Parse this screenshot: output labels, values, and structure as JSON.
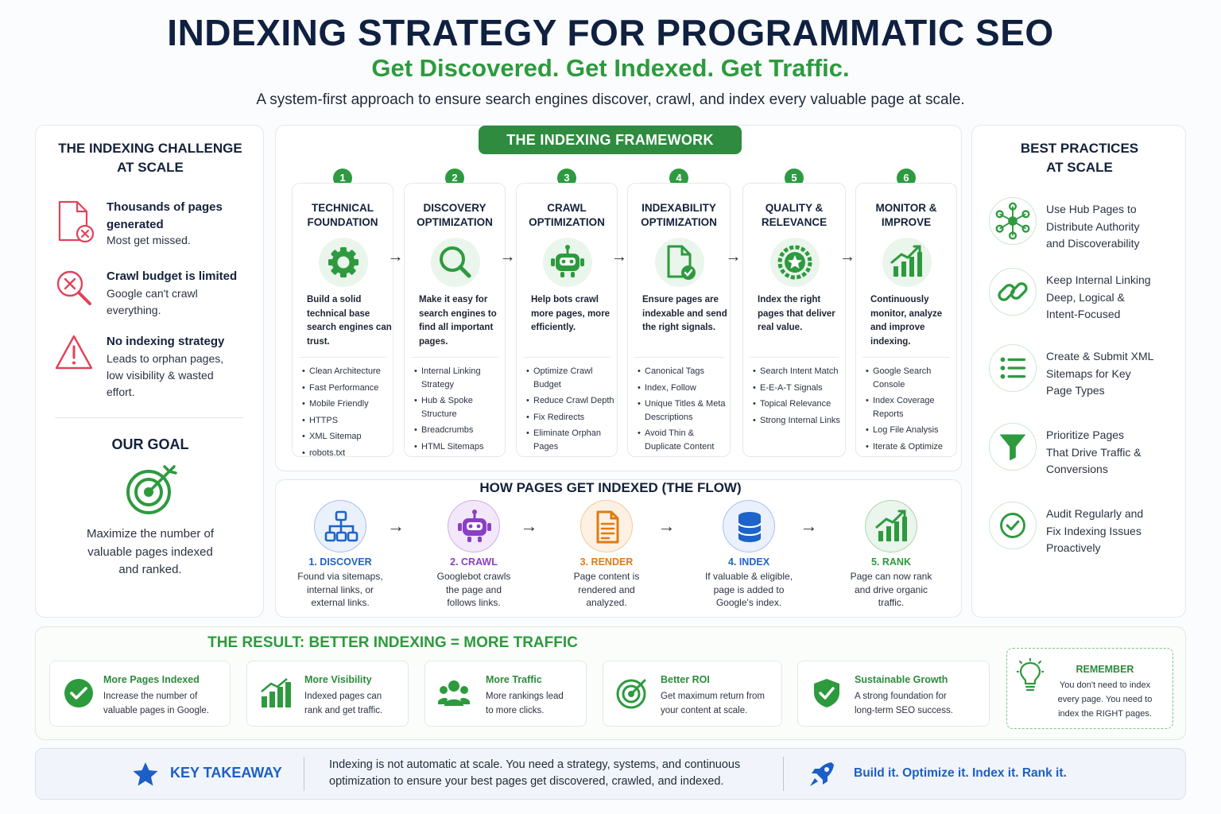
{
  "header": {
    "title": "INDEXING STRATEGY FOR PROGRAMMATIC SEO",
    "subtitle": "Get Discovered. Get Indexed. Get Traffic.",
    "tagline": "A system-first approach to ensure search engines discover, crawl, and index every valuable page at scale."
  },
  "challenge": {
    "heading_line1": "THE INDEXING CHALLENGE",
    "heading_line2": "AT SCALE",
    "items": [
      {
        "title_line1": "Thousands of pages",
        "title_line2": "generated",
        "desc_line1": "Most get missed.",
        "desc_line2": "",
        "desc_line3": "",
        "icon": "file-error-icon"
      },
      {
        "title_line1": "Crawl budget is limited",
        "title_line2": "",
        "desc_line1": "Google can't crawl",
        "desc_line2": "everything.",
        "desc_line3": "",
        "icon": "search-x-icon"
      },
      {
        "title_line1": "No indexing strategy",
        "title_line2": "",
        "desc_line1": "Leads to orphan pages,",
        "desc_line2": "low visibility & wasted",
        "desc_line3": "effort.",
        "icon": "warning-icon"
      }
    ],
    "goal_heading": "OUR GOAL",
    "goal_line1": "Maximize the number of",
    "goal_line2": "valuable pages indexed",
    "goal_line3": "and ranked."
  },
  "framework": {
    "badge": "THE INDEXING FRAMEWORK",
    "steps": [
      {
        "num": "1",
        "head1": "TECHNICAL",
        "head2": "FOUNDATION",
        "icon": "gear-icon",
        "desc": "Build a solid technical base search engines can trust.",
        "items": [
          "Clean Architecture",
          "Fast Performance",
          "Mobile Friendly",
          "HTTPS",
          "XML Sitemap",
          "robots.txt"
        ]
      },
      {
        "num": "2",
        "head1": "DISCOVERY",
        "head2": "OPTIMIZATION",
        "icon": "magnifier-icon",
        "desc": "Make it easy for search engines to find all important pages.",
        "items": [
          "Internal Linking Strategy",
          "Hub & Spoke Structure",
          "Breadcrumbs",
          "HTML Sitemaps"
        ]
      },
      {
        "num": "3",
        "head1": "CRAWL",
        "head2": "OPTIMIZATION",
        "icon": "robot-icon",
        "desc": "Help bots crawl more pages, more efficiently.",
        "items": [
          "Optimize Crawl Budget",
          "Reduce Crawl Depth",
          "Fix Redirects",
          "Eliminate Orphan Pages"
        ]
      },
      {
        "num": "4",
        "head1": "INDEXABILITY",
        "head2": "OPTIMIZATION",
        "icon": "file-check-icon",
        "desc": "Ensure pages are indexable and send the right signals.",
        "items": [
          "Canonical Tags",
          "Index, Follow",
          "Unique Titles & Meta Descriptions",
          "Avoid Thin & Duplicate Content"
        ]
      },
      {
        "num": "5",
        "head1": "QUALITY &",
        "head2": "RELEVANCE",
        "icon": "star-badge-icon",
        "desc": "Index the right pages that deliver real value.",
        "items": [
          "Search Intent Match",
          "E-E-A-T Signals",
          "Topical Relevance",
          "Strong Internal Links"
        ]
      },
      {
        "num": "6",
        "head1": "MONITOR &",
        "head2": "IMPROVE",
        "icon": "growth-chart-icon",
        "desc": "Continuously monitor, analyze and improve indexing.",
        "items": [
          "Google Search Console",
          "Index Coverage Reports",
          "Log File Analysis",
          "Iterate & Optimize"
        ]
      }
    ]
  },
  "flow": {
    "title": "HOW PAGES GET INDEXED (THE FLOW)",
    "stages": [
      {
        "label": "1. DISCOVER",
        "color": "#1e63c9",
        "bg": "#eaf1fc",
        "icon": "sitemap-icon",
        "d1": "Found via sitemaps,",
        "d2": "internal links, or",
        "d3": "external links."
      },
      {
        "label": "2. CRAWL",
        "color": "#8a3fc4",
        "bg": "#f2e8fa",
        "icon": "robot-icon",
        "d1": "Googlebot crawls",
        "d2": "the page and",
        "d3": "follows links."
      },
      {
        "label": "3. RENDER",
        "color": "#e07b12",
        "bg": "#fdf1e3",
        "icon": "document-icon",
        "d1": "Page content is",
        "d2": "rendered and",
        "d3": "analyzed."
      },
      {
        "label": "4. INDEX",
        "color": "#1e63c9",
        "bg": "#eaf1fc",
        "icon": "database-icon",
        "d1": "If valuable & eligible,",
        "d2": "page is added to",
        "d3": "Google's index."
      },
      {
        "label": "5. RANK",
        "color": "#2d9a3e",
        "bg": "#eaf5eb",
        "icon": "growth-chart-icon",
        "d1": "Page can now rank",
        "d2": "and drive organic",
        "d3": "traffic."
      }
    ]
  },
  "best_practices": {
    "heading_line1": "BEST PRACTICES",
    "heading_line2": "AT SCALE",
    "items": [
      {
        "l1": "Use Hub Pages to",
        "l2": "Distribute Authority",
        "l3": "and Discoverability",
        "icon": "hub-icon"
      },
      {
        "l1": "Keep Internal Linking",
        "l2": "Deep, Logical &",
        "l3": "Intent-Focused",
        "icon": "link-icon"
      },
      {
        "l1": "Create & Submit XML",
        "l2": "Sitemaps for Key",
        "l3": "Page Types",
        "icon": "list-icon"
      },
      {
        "l1": "Prioritize Pages",
        "l2": "That Drive Traffic &",
        "l3": "Conversions",
        "icon": "funnel-icon"
      },
      {
        "l1": "Audit Regularly and",
        "l2": "Fix Indexing Issues",
        "l3": "Proactively",
        "icon": "check-circle-icon"
      }
    ]
  },
  "result": {
    "title": "THE RESULT: BETTER INDEXING = MORE TRAFFIC",
    "cards": [
      {
        "title": "More Pages Indexed",
        "d1": "Increase the number of",
        "d2": "valuable pages in Google.",
        "icon": "check-circle-icon"
      },
      {
        "title": "More Visibility",
        "d1": "Indexed pages can",
        "d2": "rank and get traffic.",
        "icon": "bar-chart-icon"
      },
      {
        "title": "More Traffic",
        "d1": "More rankings lead",
        "d2": "to more clicks.",
        "icon": "users-icon"
      },
      {
        "title": "Better ROI",
        "d1": "Get maximum return from",
        "d2": "your content at scale.",
        "icon": "target-icon"
      },
      {
        "title": "Sustainable Growth",
        "d1": "A strong foundation for",
        "d2": "long-term SEO success.",
        "icon": "shield-check-icon"
      }
    ],
    "remember_title": "REMEMBER",
    "remember_l1": "You don't need to index",
    "remember_l2": "every page. You need to",
    "remember_l3": "index the RIGHT pages."
  },
  "takeaway": {
    "label": "KEY TAKEAWAY",
    "line1": "Indexing is not automatic at scale. You need a strategy, systems, and continuous",
    "line2": "optimization to ensure your best pages get discovered, crawled, and indexed.",
    "motto": "Build it. Optimize it. Index it. Rank it."
  },
  "colors": {
    "brand_green": "#2d9a3e",
    "navy": "#0f2040",
    "alert_red": "#e0435a",
    "blue": "#1b5fc7"
  }
}
